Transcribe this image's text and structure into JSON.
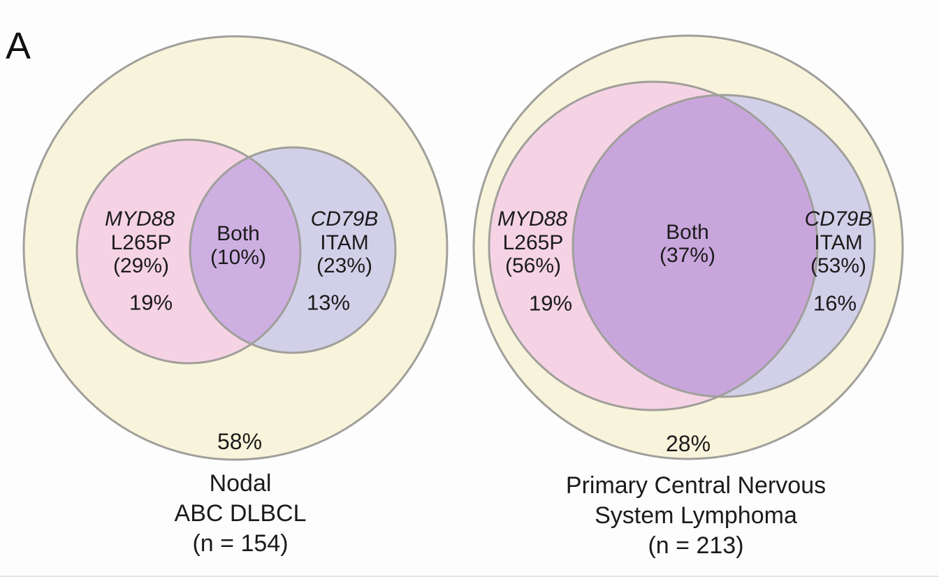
{
  "panel_label": "A",
  "colors": {
    "outer": "#f8f4db",
    "setA": "#f5d3e4",
    "setB": "#d2d0e9",
    "overlap_left": "#ceafe2",
    "overlap_right": "#c8a6dc",
    "stroke": "#a09f9a",
    "text": "#1b1b1b"
  },
  "diagrams": [
    {
      "name": "Nodal ABC DLBCL",
      "caption_line1": "Nodal",
      "caption_line2": "ABC DLBCL",
      "caption_line3": "(n = 154)",
      "outer_exclusive_pct": "58%",
      "setA": {
        "gene": "MYD88",
        "mutation": "L265P",
        "total_pct": "(29%)",
        "exclusive_pct": "19%"
      },
      "both": {
        "label": "Both",
        "pct": "(10%)"
      },
      "setB": {
        "gene": "CD79B",
        "mutation": "ITAM",
        "total_pct": "(23%)",
        "exclusive_pct": "13%"
      }
    },
    {
      "name": "Primary Central Nervous System Lymphoma",
      "caption_line1": "Primary Central Nervous",
      "caption_line2": "System Lymphoma",
      "caption_line3": "(n = 213)",
      "outer_exclusive_pct": "28%",
      "setA": {
        "gene": "MYD88",
        "mutation": "L265P",
        "total_pct": "(56%)",
        "exclusive_pct": "19%"
      },
      "both": {
        "label": "Both",
        "pct": "(37%)"
      },
      "setB": {
        "gene": "CD79B",
        "mutation": "ITAM",
        "total_pct": "(53%)",
        "exclusive_pct": "16%"
      }
    }
  ]
}
